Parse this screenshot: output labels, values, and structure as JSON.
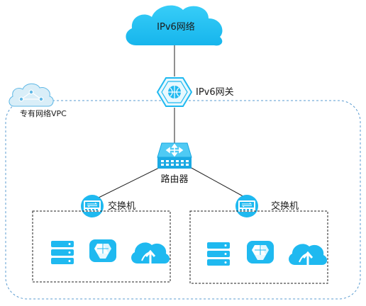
{
  "internet": {
    "label": "IPv6网络"
  },
  "gateway": {
    "label": "IPv6网关"
  },
  "vpc": {
    "label": "专有网络VPC"
  },
  "router": {
    "label": "路由器"
  },
  "switches": [
    {
      "label": "交换机"
    },
    {
      "label": "交换机"
    }
  ],
  "icons": {
    "internet": "cloud-icon",
    "gateway": "ipv6-gateway-icon",
    "vpc": "vpc-cloud-icon",
    "router": "router-icon",
    "switch": "switch-icon",
    "server": "server-stack-icon",
    "compute": "ecs-instance-icon",
    "upload": "cloud-upload-icon"
  },
  "colors": {
    "primary": "#1fb9f0",
    "dark": "#0d8fce",
    "border": "#5a9bd0",
    "text": "#1a1a1a"
  }
}
